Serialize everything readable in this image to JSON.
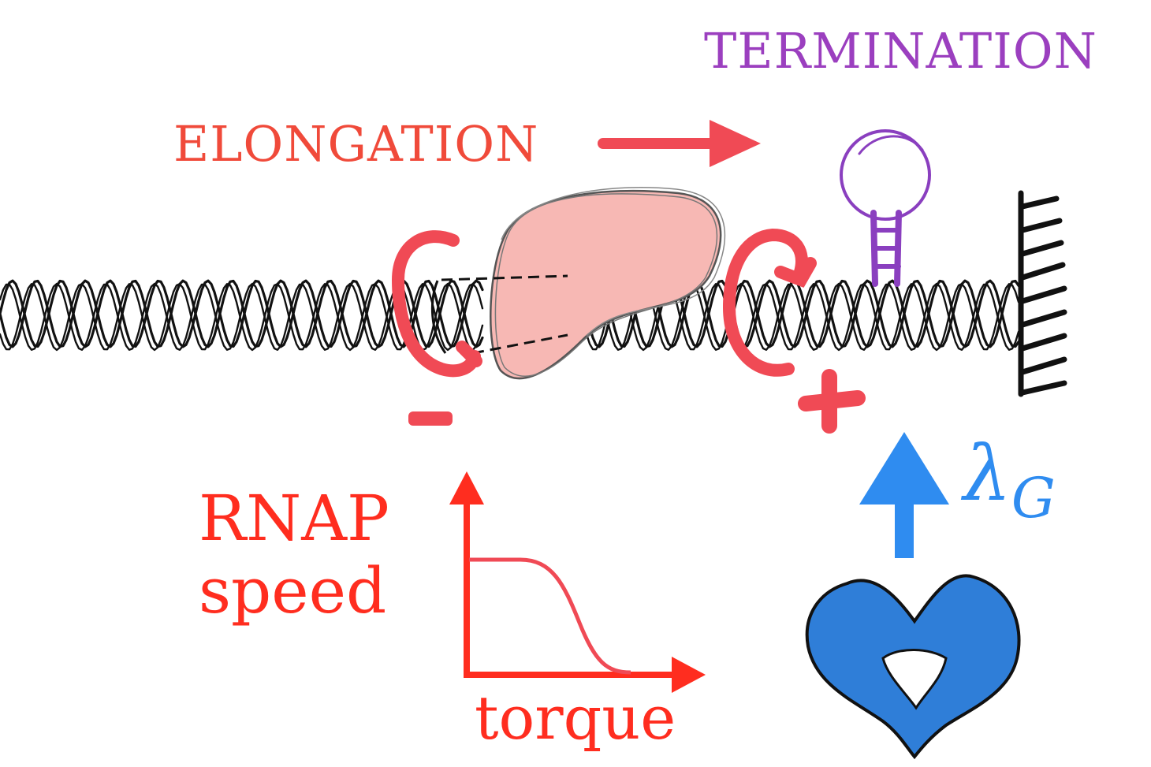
{
  "labels": {
    "termination": "TERMINATION",
    "elongation": "ELONGATION",
    "rnap_line1": "RNAP",
    "rnap_line2": "speed",
    "torque": "torque",
    "lambda_symbol": "λ",
    "lambda_subscript": "G",
    "minus_sign": "-",
    "plus_sign": "+"
  },
  "colors": {
    "termination": "#9b3fbf",
    "elongation": "#f04a3a",
    "rnap_axes": "#ff2d1f",
    "rnap_body": "#f7b8b4",
    "rotation_arrows": "#f04a55",
    "gyrase": "#2f8cf0",
    "dna": "#111111"
  },
  "speed_torque_curve": {
    "x_label": "torque",
    "y_label": "RNAP speed",
    "shape": "plateau then sigmoidal decrease to zero"
  }
}
